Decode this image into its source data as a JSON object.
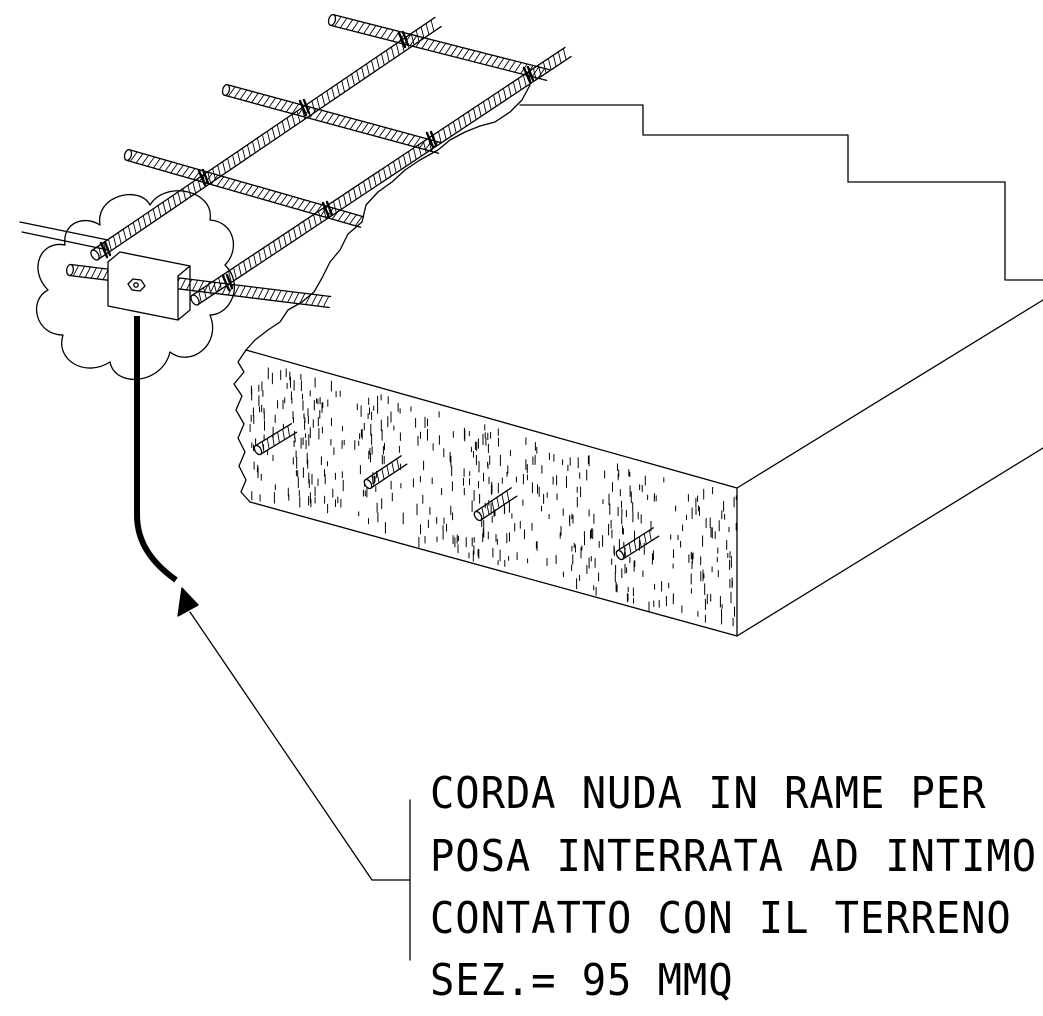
{
  "annotation": {
    "lines": [
      "CORDA NUDA IN RAME PER",
      "POSA INTERRATA AD INTIMO",
      "CONTATTO CON IL TERRENO",
      "SEZ.= 95 MMQ"
    ]
  },
  "colors": {
    "line": "#000000",
    "background": "#ffffff"
  }
}
